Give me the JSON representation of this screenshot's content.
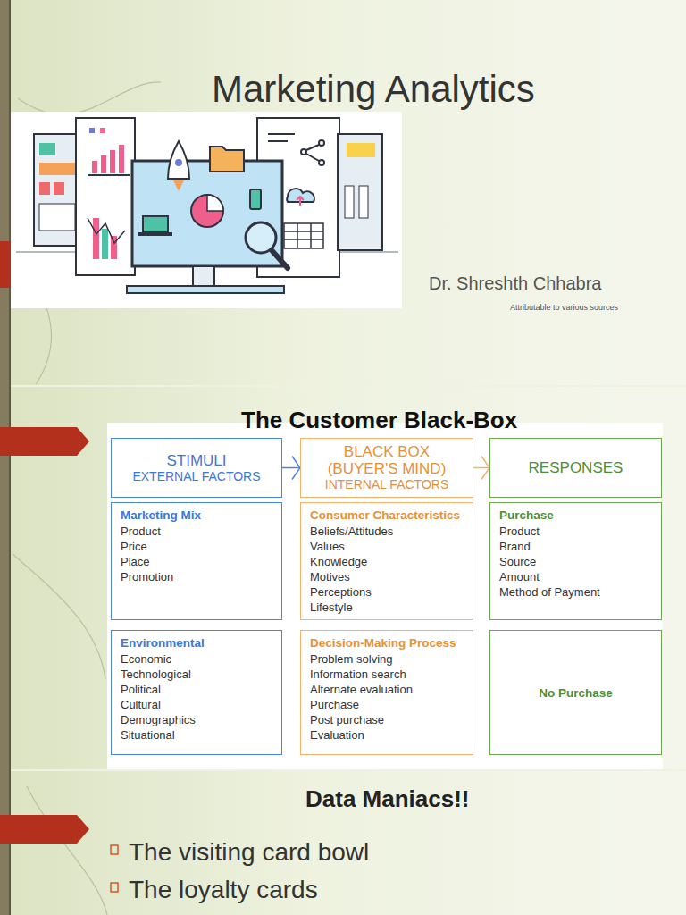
{
  "diagram": {
    "title": "Marketing Analytics",
    "nodes": [
      {
        "text": [
          "STIMULI",
          "EXTERNAL FACTORS"
        ]
      },
      {
        "text": [
          "BLACK BOX (BUYER'S MIND)",
          "INTERNAL FACTORS"
        ]
      },
      {
        "text": [
          "RESPONSES"
        ]
      },
      {
        "text": [
          "Marketing Mix",
          "Product",
          "Price",
          "Place",
          "Promotion"
        ]
      },
      {
        "text": [
          "Consumer Characteristics",
          "Beliefs/Attitudes",
          "Values",
          "Knowledge",
          "Motives",
          "Perceptions",
          "Lifestyle"
        ]
      },
      {
        "text": [
          "Purchase",
          "Product",
          "Brand",
          "Source",
          "Amount",
          "Method of Payment"
        ]
      },
      {
        "text": [
          "Environmental",
          "Economic",
          "Technological",
          "Political",
          "Cultural",
          "Demographics",
          "Situational"
        ]
      },
      {
        "text": [
          "Decision-Making Process",
          "Problem solving",
          "Information search",
          "Alternate evaluation",
          "Purchase",
          "Post purchase",
          "Evaluation"
        ]
      },
      {
        "text": [
          "No Purchase"
        ]
      }
    ],
    "edges": [
      {
        "from": 0,
        "to": 1,
        "arrow": "to"
      },
      {
        "from": 1,
        "to": 2,
        "arrow": "to"
      }
    ],
    "labels": [
      "Dr. Shreshth Chhabra",
      "Attributable to various sources",
      "The Customer Black-Box",
      "Data Maniacs!!",
      "The visiting card bowl",
      "The loyalty cards"
    ]
  }
}
